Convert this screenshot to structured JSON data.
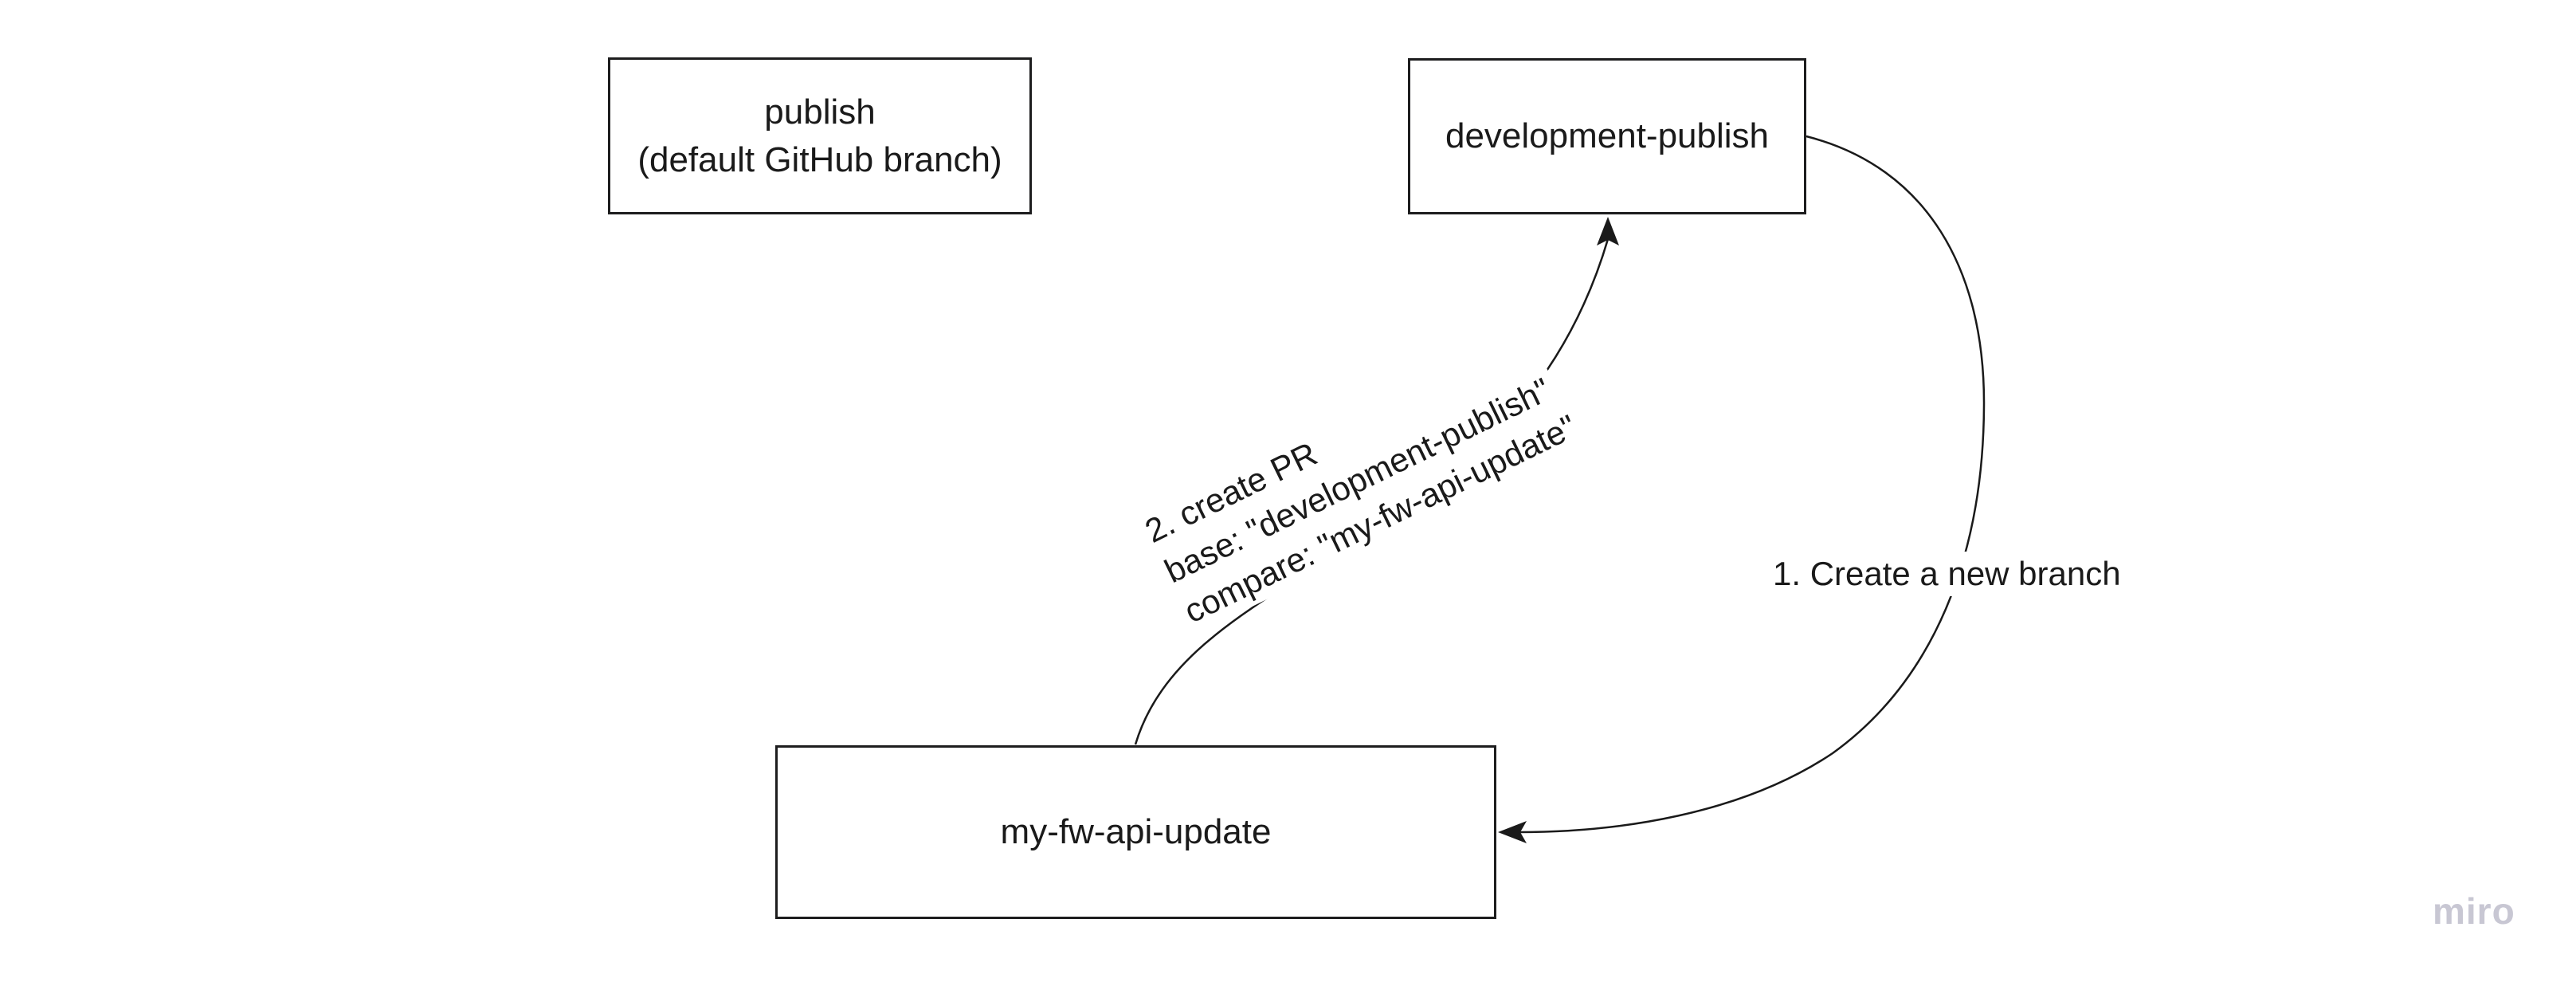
{
  "board": {
    "nodes": [
      {
        "id": "publish",
        "lines": [
          "publish",
          "(default GitHub branch)"
        ]
      },
      {
        "id": "development-publish",
        "lines": [
          "development-publish"
        ]
      },
      {
        "id": "my-fw-api-update",
        "lines": [
          "my-fw-api-update"
        ]
      }
    ],
    "connectors": [
      {
        "id": "create-branch",
        "from": "development-publish",
        "to": "my-fw-api-update",
        "label": "1. Create a new branch"
      },
      {
        "id": "create-pr",
        "from": "my-fw-api-update",
        "to": "development-publish",
        "label_lines": [
          "2. create PR",
          "base: \"development-publish\"",
          "compare: \"my-fw-api-update\""
        ]
      }
    ],
    "watermark": "miro",
    "colors": {
      "ink": "#1a1a1a",
      "background": "#ffffff",
      "watermark": "#c8c7d3"
    }
  }
}
